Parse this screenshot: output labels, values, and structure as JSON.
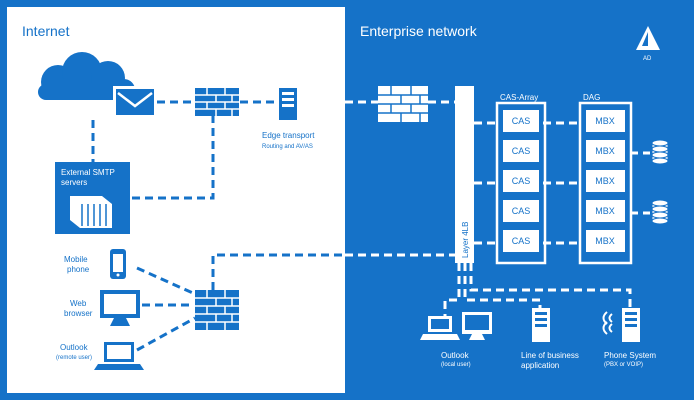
{
  "colors": {
    "primary_blue": "#1572c8",
    "white": "#ffffff"
  },
  "zones": {
    "internet": "Internet",
    "enterprise": "Enterprise network"
  },
  "ad": {
    "label": "AD",
    "icon": "active-directory-icon"
  },
  "edge_transport": {
    "title": "Edge transport",
    "subtitle": "Routing and AV/AS"
  },
  "smtp": {
    "label_line1": "External SMTP",
    "label_line2": "servers"
  },
  "clients": {
    "mobile": {
      "line1": "Mobile",
      "line2": "phone"
    },
    "web": {
      "line1": "Web",
      "line2": "browser"
    },
    "outlook_remote": {
      "line1": "Outlook",
      "line2": "(remote user)"
    }
  },
  "load_balancer": {
    "label": "Layer 4LB"
  },
  "cas_array": {
    "title": "CAS-Array",
    "items": [
      "CAS",
      "CAS",
      "CAS",
      "CAS",
      "CAS"
    ]
  },
  "dag": {
    "title": "DAG",
    "items": [
      "MBX",
      "MBX",
      "MBX",
      "MBX",
      "MBX"
    ]
  },
  "internal": {
    "outlook_local": {
      "line1": "Outlook",
      "line2": "(local user)"
    },
    "lob": {
      "line1": "Line of business",
      "line2": "application"
    },
    "phone": {
      "line1": "Phone System",
      "line2": "(PBX or VOIP)"
    }
  }
}
